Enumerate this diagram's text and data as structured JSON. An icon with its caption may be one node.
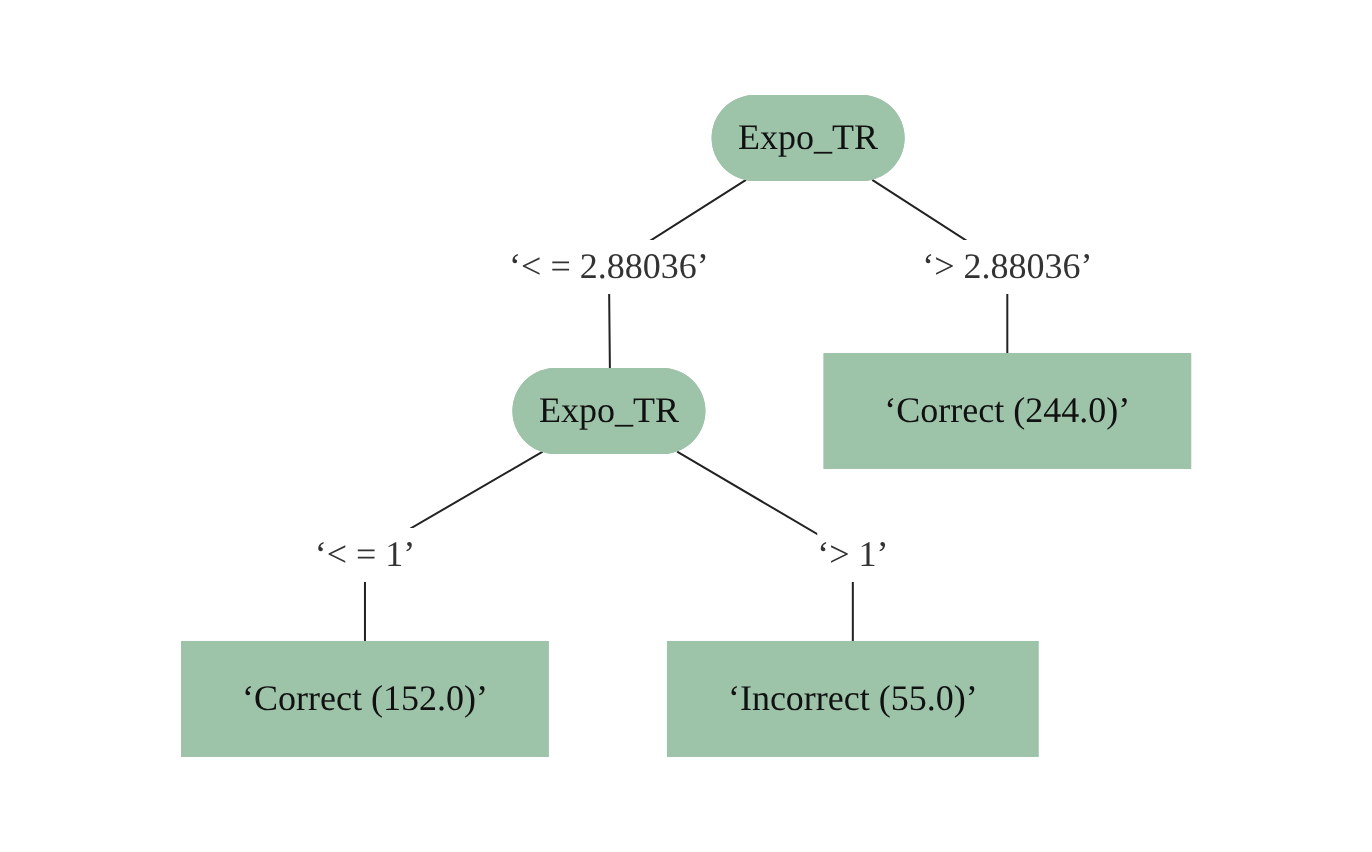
{
  "diagram": {
    "nodes": [
      {
        "text": [
          "Expo_TR"
        ]
      },
      {
        "text": [
          "Expo_TR"
        ]
      },
      {
        "text": [
          "‘Correct (244.0)’"
        ]
      },
      {
        "text": [
          "‘Correct (152.0)’"
        ]
      },
      {
        "text": [
          "‘Incorrect (55.0)’"
        ]
      }
    ],
    "edges": [
      {
        "from": 0,
        "to": 1,
        "arrow": "none",
        "label": "‘< = 2.88036’"
      },
      {
        "from": 0,
        "to": 2,
        "arrow": "none",
        "label": "‘> 2.88036’"
      },
      {
        "from": 1,
        "to": 3,
        "arrow": "none",
        "label": "‘< = 1’"
      },
      {
        "from": 1,
        "to": 4,
        "arrow": "none",
        "label": "‘> 1’"
      }
    ]
  }
}
